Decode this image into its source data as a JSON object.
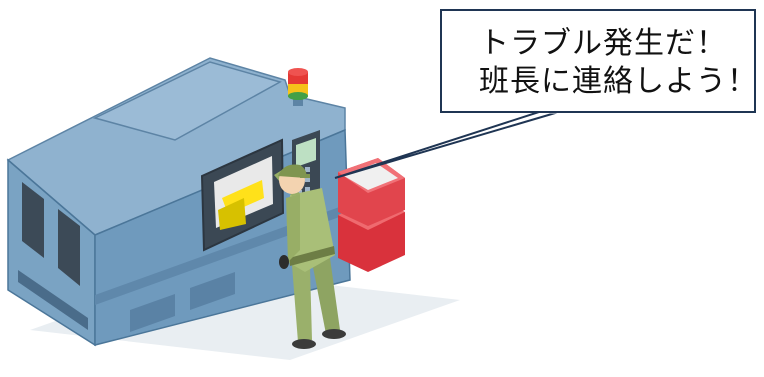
{
  "speech_bubble": {
    "line1": "トラブル発生だ！",
    "line2": "班長に連絡しよう！",
    "border_color": "#1f3553"
  },
  "illustration": {
    "subject": "worker-at-cnc-machine",
    "machine_color": "#7ea6c6",
    "machine_dark": "#4b7699",
    "lamp_colors": [
      "#e53935",
      "#f6c21b",
      "#43a047"
    ],
    "tray_color": "#e1454d",
    "worker_color": "#9ab06b"
  }
}
